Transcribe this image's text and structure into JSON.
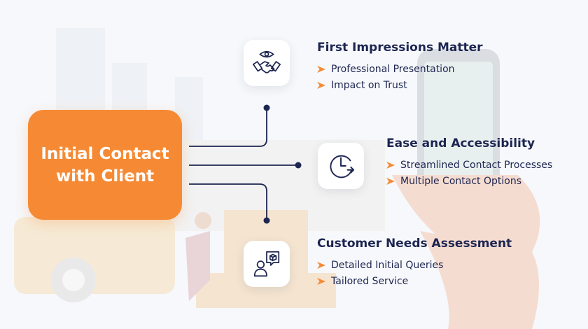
{
  "central": {
    "title": "Initial Contact\nwith Client"
  },
  "sections": [
    {
      "title": "First Impressions Matter",
      "icon": "handshake-eye-icon",
      "items": [
        "Professional Presentation",
        "Impact on Trust"
      ]
    },
    {
      "title": "Ease and Accessibility",
      "icon": "clock-arrow-icon",
      "items": [
        "Streamlined Contact Processes",
        "Multiple Contact Options"
      ]
    },
    {
      "title": "Customer Needs Assessment",
      "icon": "user-chat-box-icon",
      "items": [
        "Detailed Initial Queries",
        "Tailored Service"
      ]
    }
  ],
  "colors": {
    "accent": "#f68a34",
    "text": "#1d2551",
    "line": "#1d2551"
  }
}
